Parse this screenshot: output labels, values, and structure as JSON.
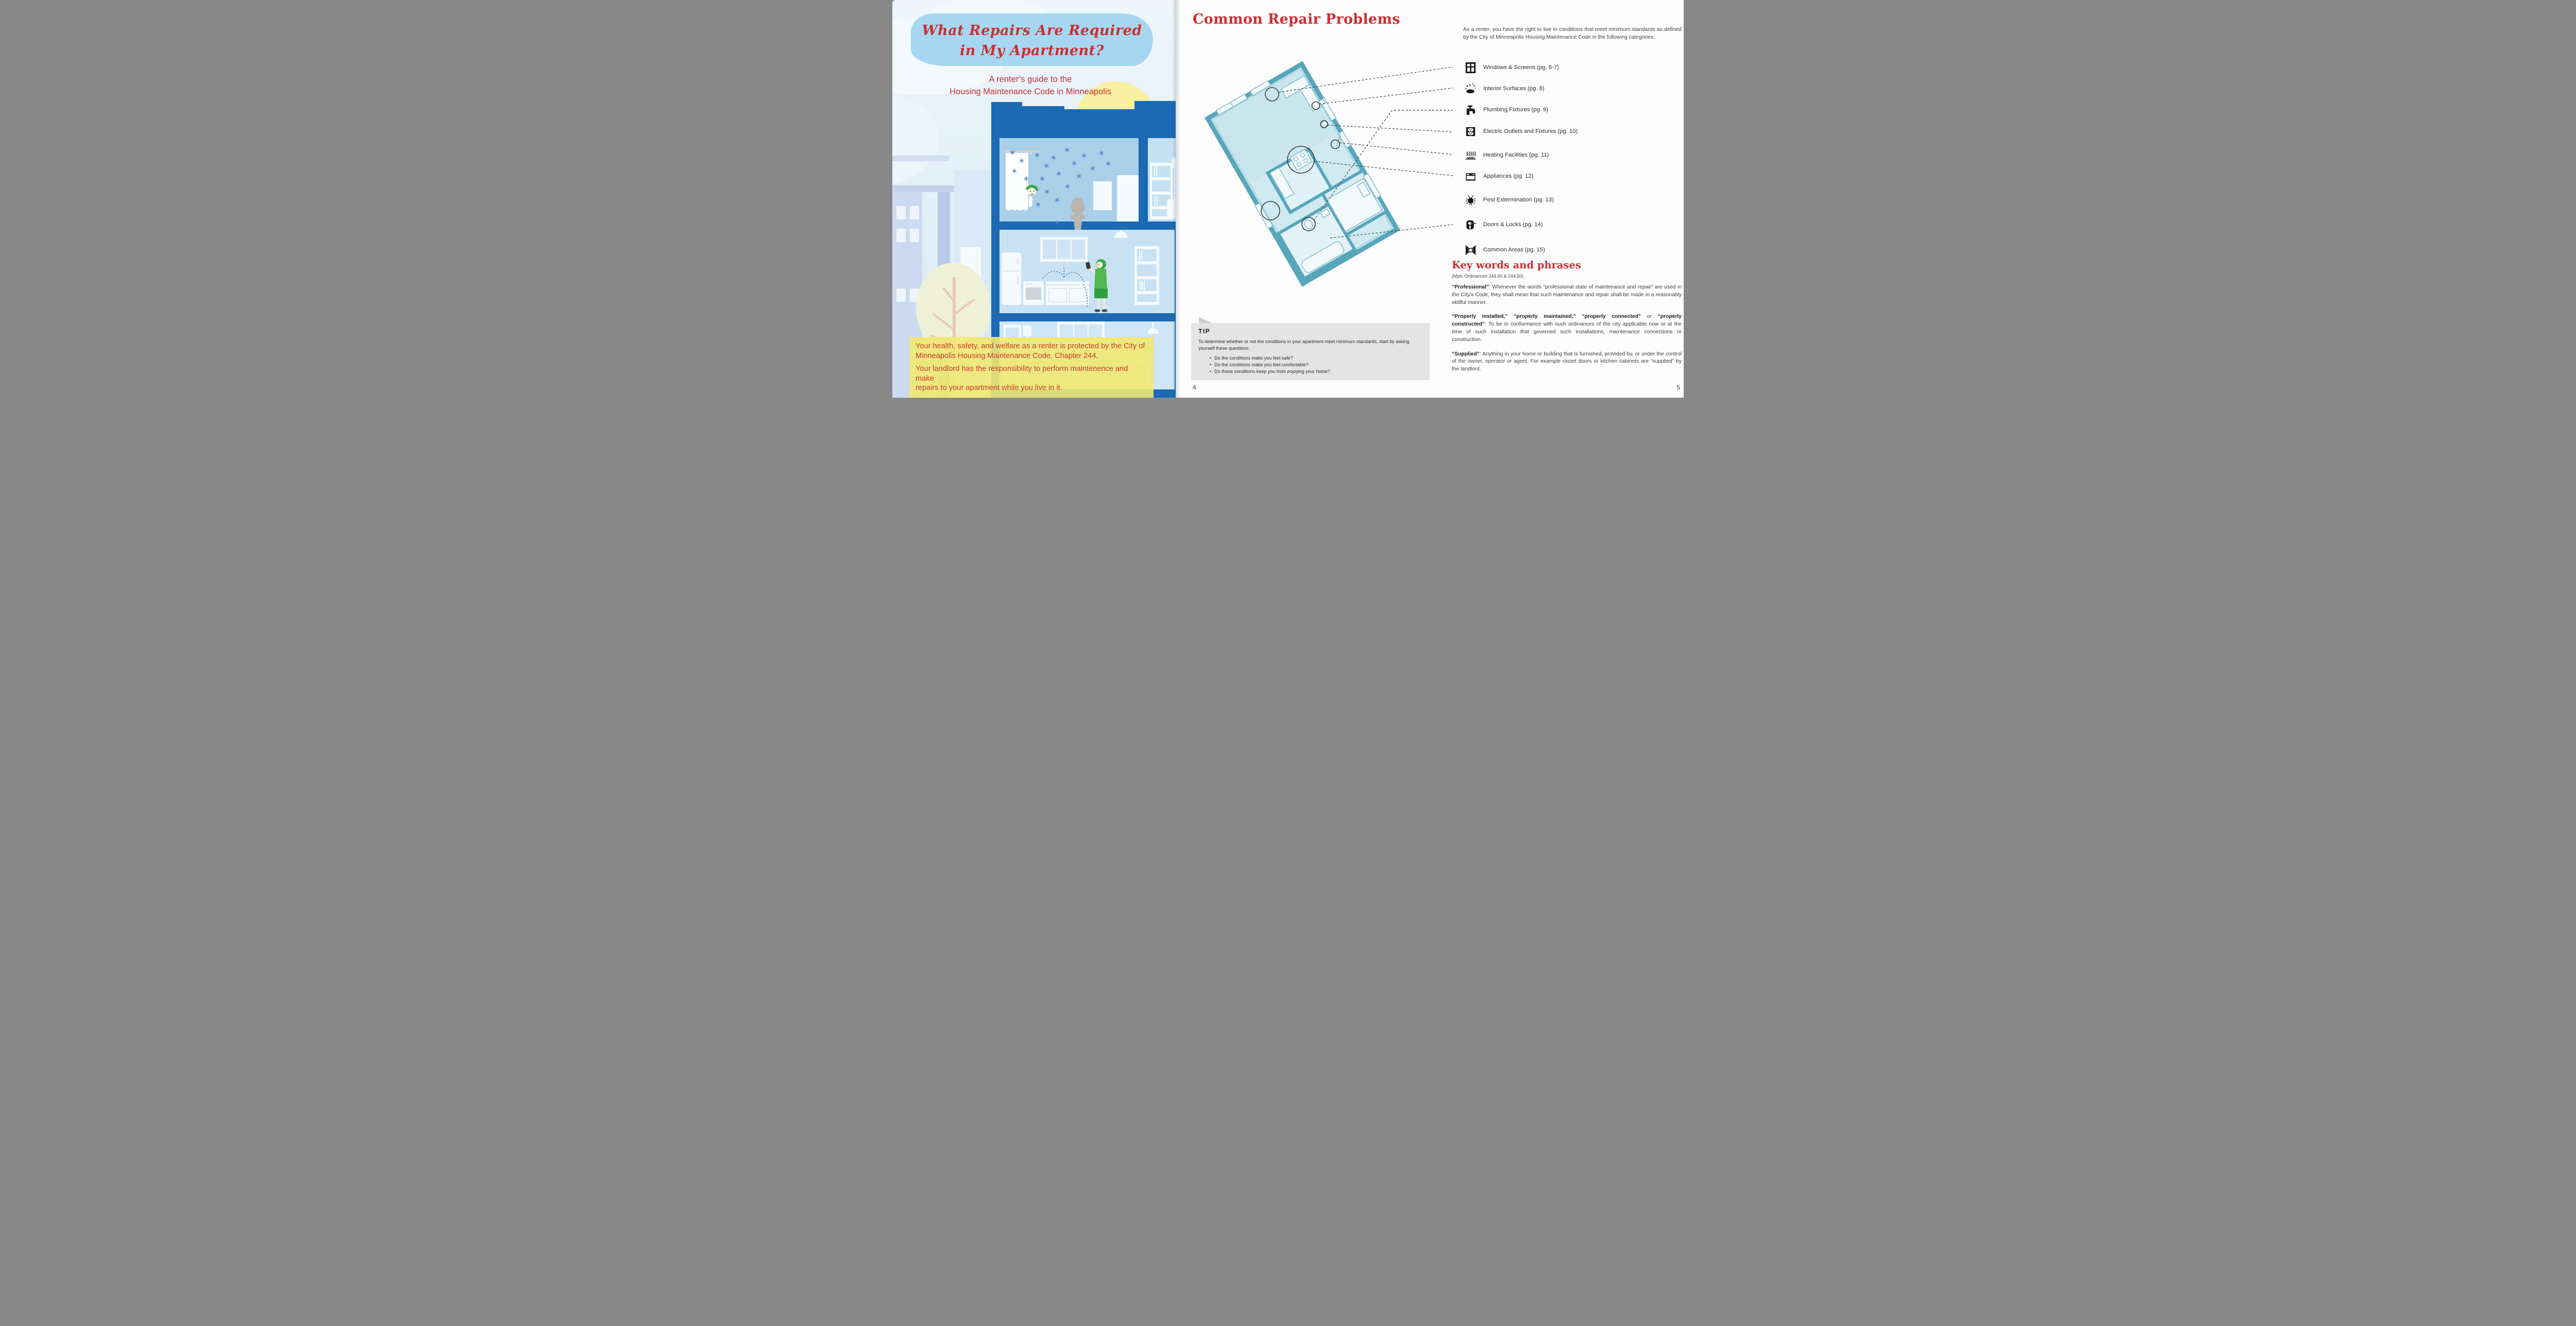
{
  "colors": {
    "accent_red": "#cb2f36",
    "building_blue": "#1b6ab3",
    "title_blob_blue": "#a7d7f0",
    "callout_yellow": "#f0e972",
    "plan_teal": "#58a6bb",
    "tip_gray": "#e4e4e4"
  },
  "left_page": {
    "title_line1": "What Repairs Are Required",
    "title_line2": "in My Apartment?",
    "subtitle_line1": "A renter’s guide to the",
    "subtitle_line2": "Housing Maintenance Code in Minneapolis",
    "callout_line1": "Your health, safety, and welfare as a renter is protected by the City of",
    "callout_line2": "Minneapolis Housing Maintenance Code, Chapter 244.",
    "callout_line3": "Your landlord has the responsibility to perform maintenence and make",
    "callout_line4": "repairs to your apartment while you live in it."
  },
  "right_page": {
    "title": "Common Repair Problems",
    "intro": "As a renter, you have the right to live in conditions that meet minimum standards as defined by the City of Minneapolis Housing Maintenance Code in the following categories:",
    "categories": [
      {
        "icon": "window-icon",
        "label": "Windows & Screens (pg. 6-7)"
      },
      {
        "icon": "sparkles-icon",
        "label": "Interior Surfaces (pg. 8)"
      },
      {
        "icon": "faucet-icon",
        "label": "Plumbing Fixtures (pg. 9)"
      },
      {
        "icon": "outlet-icon",
        "label": "Electric Outlets and Fixtures (pg. 10)"
      },
      {
        "icon": "heating-icon",
        "label": "Heating Facilities (pg. 11)"
      },
      {
        "icon": "stove-icon",
        "label": "Appliances (pg. 12)"
      },
      {
        "icon": "cockroach-icon",
        "label": "Pest Extermination (pg. 13)"
      },
      {
        "icon": "door-lock-icon",
        "label": "Doors & Locks (pg. 14)"
      },
      {
        "icon": "hallway-icon",
        "label": "Common Areas (pg. 15)"
      }
    ],
    "keywords": {
      "heading": "Key words and phrases",
      "ordinances": "(Mpls Ordinances 244.40 & 244.50)",
      "definitions": [
        {
          "segments": [
            {
              "text": "“Professional”",
              "bold": true
            },
            {
              "text": ": Whenever the words “professional state of maintenance and repair” are used in the City’s Code, they shall mean that such maintenance and repair shall be made in a reasonably skillful manner.",
              "bold": false
            }
          ]
        },
        {
          "segments": [
            {
              "text": "“Properly installed,” “properly maintained,” “properly connected”",
              "bold": true
            },
            {
              "text": " or ",
              "bold": false
            },
            {
              "text": "“properly constructed”",
              "bold": true
            },
            {
              "text": ": To be in conformance with such ordinances of the city applicable now or at the time of such installation that governed such installations, maintenance connections or construction.",
              "bold": false
            }
          ]
        },
        {
          "segments": [
            {
              "text": "“Supplied”",
              "bold": true
            },
            {
              "text": ": Anything in your home or building that is furnished, provided by, or under the control of the owner, operator or agent. For example closet doors or kitchen cabinets are “supplied” by the landlord.",
              "bold": false
            }
          ]
        }
      ]
    },
    "tip": {
      "heading": "TIP",
      "intro": "To determine whether or not the conditions in your apartment meet minimum standards, start by asking yourself these questions:",
      "questions": [
        "Do the conditions make you feel safe?",
        "Do the conditions make you feel comfortable?",
        "Do these conditions keep you from enjoying your home?"
      ]
    },
    "page_number_left": "4",
    "page_number_right": "5"
  }
}
